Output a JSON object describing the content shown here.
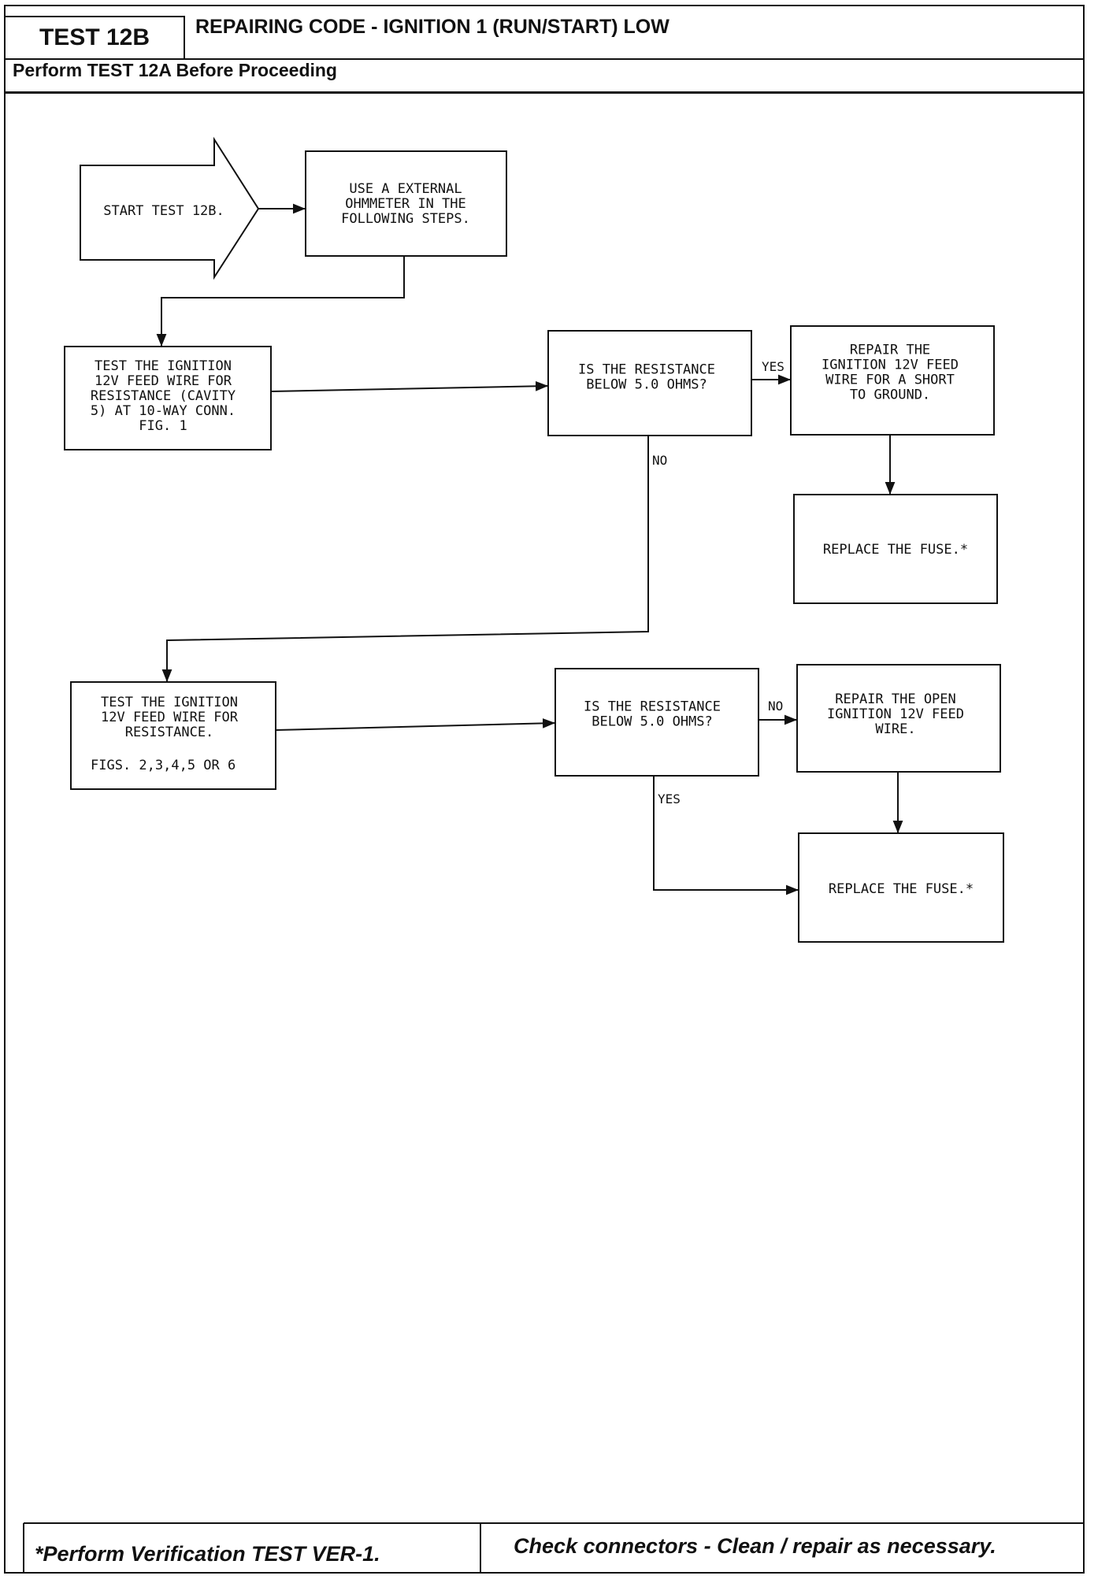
{
  "header": {
    "test_id": "TEST 12B",
    "title": "REPAIRING CODE - IGNITION 1 (RUN/START) LOW",
    "prerequisite": "Perform TEST 12A Before Proceeding"
  },
  "flowchart": {
    "start": [
      "START TEST 12B."
    ],
    "step_meter": [
      "USE A EXTERNAL",
      "OHMMETER IN THE",
      "FOLLOWING STEPS."
    ],
    "test_cavity": [
      "TEST THE IGNITION",
      "12V FEED WIRE FOR",
      "RESISTANCE (CAVITY",
      "5) AT 10-WAY CONN.",
      "FIG. 1"
    ],
    "question_1": [
      "IS THE RESISTANCE",
      "BELOW 5.0 OHMS?"
    ],
    "repair_short": [
      "REPAIR THE",
      "IGNITION 12V FEED",
      "WIRE FOR A SHORT",
      "TO GROUND."
    ],
    "replace_fuse_1": [
      "REPLACE THE FUSE.*"
    ],
    "test_resistance": [
      "TEST THE IGNITION",
      "12V FEED WIRE FOR",
      "RESISTANCE."
    ],
    "test_resistance_figs": "FIGS. 2,3,4,5 OR 6",
    "question_2": [
      "IS THE RESISTANCE",
      "BELOW 5.0 OHMS?"
    ],
    "repair_open": [
      "REPAIR THE OPEN",
      "IGNITION 12V FEED",
      "WIRE."
    ],
    "replace_fuse_2": [
      "REPLACE THE FUSE.*"
    ],
    "edge_labels": {
      "q1_yes": "YES",
      "q1_no": "NO",
      "q2_no": "NO",
      "q2_yes": "YES"
    }
  },
  "footer": {
    "left": "*Perform Verification TEST VER-1.",
    "right": "Check connectors - Clean / repair as necessary."
  }
}
